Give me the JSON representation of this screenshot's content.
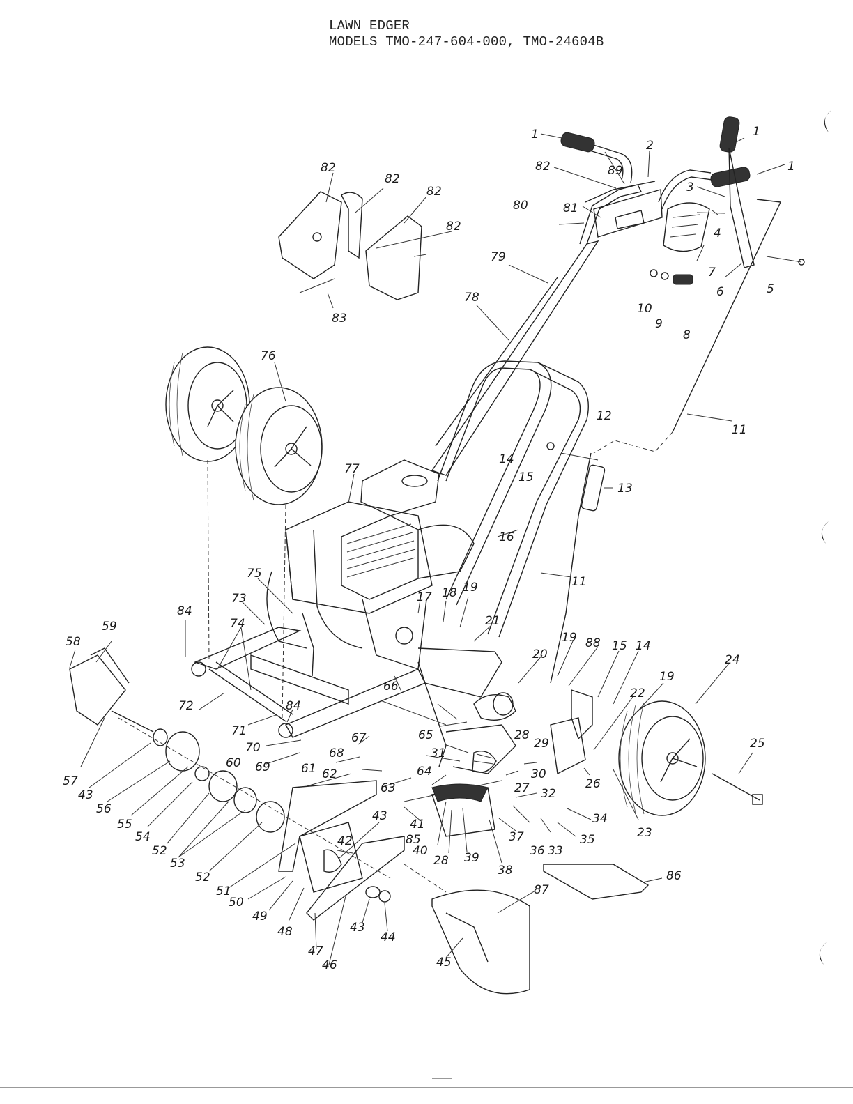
{
  "header": {
    "title": "LAWN EDGER",
    "models": "MODELS TMO-247-604-000, TMO-24604B"
  },
  "callouts": {
    "c1a": "1",
    "c1b": "1",
    "c1c": "1",
    "c2": "2",
    "c3": "3",
    "c4": "4",
    "c5": "5",
    "c6": "6",
    "c7": "7",
    "c8": "8",
    "c9": "9",
    "c10": "10",
    "c11a": "11",
    "c11b": "11",
    "c12": "12",
    "c13": "13",
    "c14a": "14",
    "c14b": "14",
    "c15a": "15",
    "c15b": "15",
    "c16": "16",
    "c17": "17",
    "c18": "18",
    "c19a": "19",
    "c19b": "19",
    "c19c": "19",
    "c20": "20",
    "c21": "21",
    "c22": "22",
    "c23": "23",
    "c24": "24",
    "c25": "25",
    "c26": "26",
    "c27": "27",
    "c28a": "28",
    "c28b": "28",
    "c29": "29",
    "c30": "30",
    "c31": "31",
    "c32": "32",
    "c33": "33",
    "c34": "34",
    "c35": "35",
    "c36": "36",
    "c37": "37",
    "c38": "38",
    "c39": "39",
    "c40": "40",
    "c41": "41",
    "c42": "42",
    "c43a": "43",
    "c43b": "43",
    "c43c": "43",
    "c44": "44",
    "c45": "45",
    "c46": "46",
    "c47": "47",
    "c48": "48",
    "c49": "49",
    "c50": "50",
    "c51": "51",
    "c52a": "52",
    "c52b": "52",
    "c53": "53",
    "c54": "54",
    "c55": "55",
    "c56": "56",
    "c57": "57",
    "c58": "58",
    "c59": "59",
    "c60": "60",
    "c61": "61",
    "c62": "62",
    "c63": "63",
    "c64": "64",
    "c65": "65",
    "c66": "66",
    "c67": "67",
    "c68": "68",
    "c69": "69",
    "c70": "70",
    "c71": "71",
    "c72": "72",
    "c73": "73",
    "c74": "74",
    "c75": "75",
    "c76": "76",
    "c77": "77",
    "c78": "78",
    "c79": "79",
    "c80": "80",
    "c81": "81",
    "c82a": "82",
    "c82b": "82",
    "c82c": "82",
    "c82d": "82",
    "c82e": "82",
    "c83": "83",
    "c84a": "84",
    "c84b": "84",
    "c85": "85",
    "c86": "86",
    "c87": "87",
    "c88": "88",
    "c89": "89"
  }
}
